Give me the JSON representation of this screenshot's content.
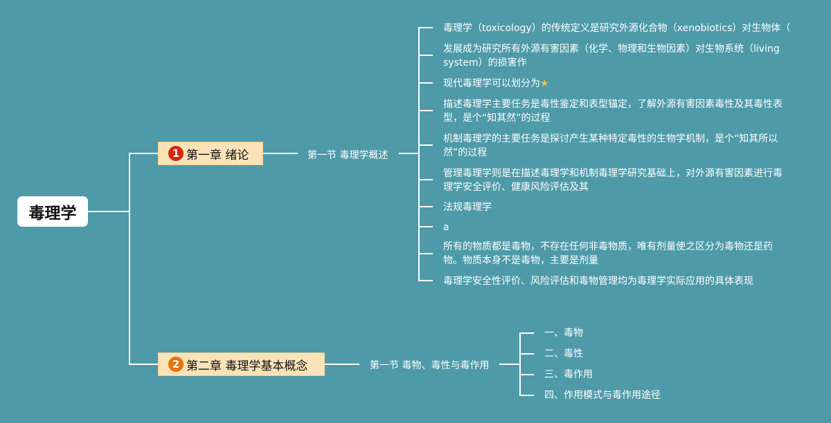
{
  "root": {
    "title": "毒理学"
  },
  "chapter1": {
    "number": "1",
    "number_color": "#d6270f",
    "label": "第一章 绪论",
    "section": "第一节 毒理学概述",
    "items": [
      "毒理学（toxicology）的传统定义是研究外源化合物（xenobiotics）对生物体（livi",
      "发展成为研究所有外源有害因素（化学、物理和生物因素）对生物系统（living system）的损害作",
      "现代毒理学可以划分为",
      "描述毒理学主要任务是毒性鉴定和表型锚定，了解外源有害因素毒性及其毒性表型，是个“知其然”的过程",
      "机制毒理学的主要任务是探讨产生某种特定毒性的生物学机制，是个“知其所以然”的过程",
      "管理毒理学则是在描述毒理学和机制毒理学研究基础上，对外源有害因素进行毒理学安全评价、健康风险评估及其",
      "法规毒理学",
      "a",
      "所有的物质都是毒物，不存在任何非毒物质，唯有剂量使之区分为毒物还是药物。物质本身不是毒物，主要是剂量",
      "毒理学安全性评价、风险评估和毒物管理均为毒理学实际应用的具体表现"
    ],
    "star_icon": "star-icon"
  },
  "chapter2": {
    "number": "2",
    "number_color": "#e8720c",
    "label": "第二章 毒理学基本概念",
    "section": "第一节 毒物、毒性与毒作用",
    "items": [
      "一、毒物",
      "二、毒性",
      "三、毒作用",
      "四、作用模式与毒作用途径"
    ]
  },
  "colors": {
    "background": "#4e9aa8",
    "chapter_fill": "#fbe3b9",
    "line": "#ffffff"
  }
}
